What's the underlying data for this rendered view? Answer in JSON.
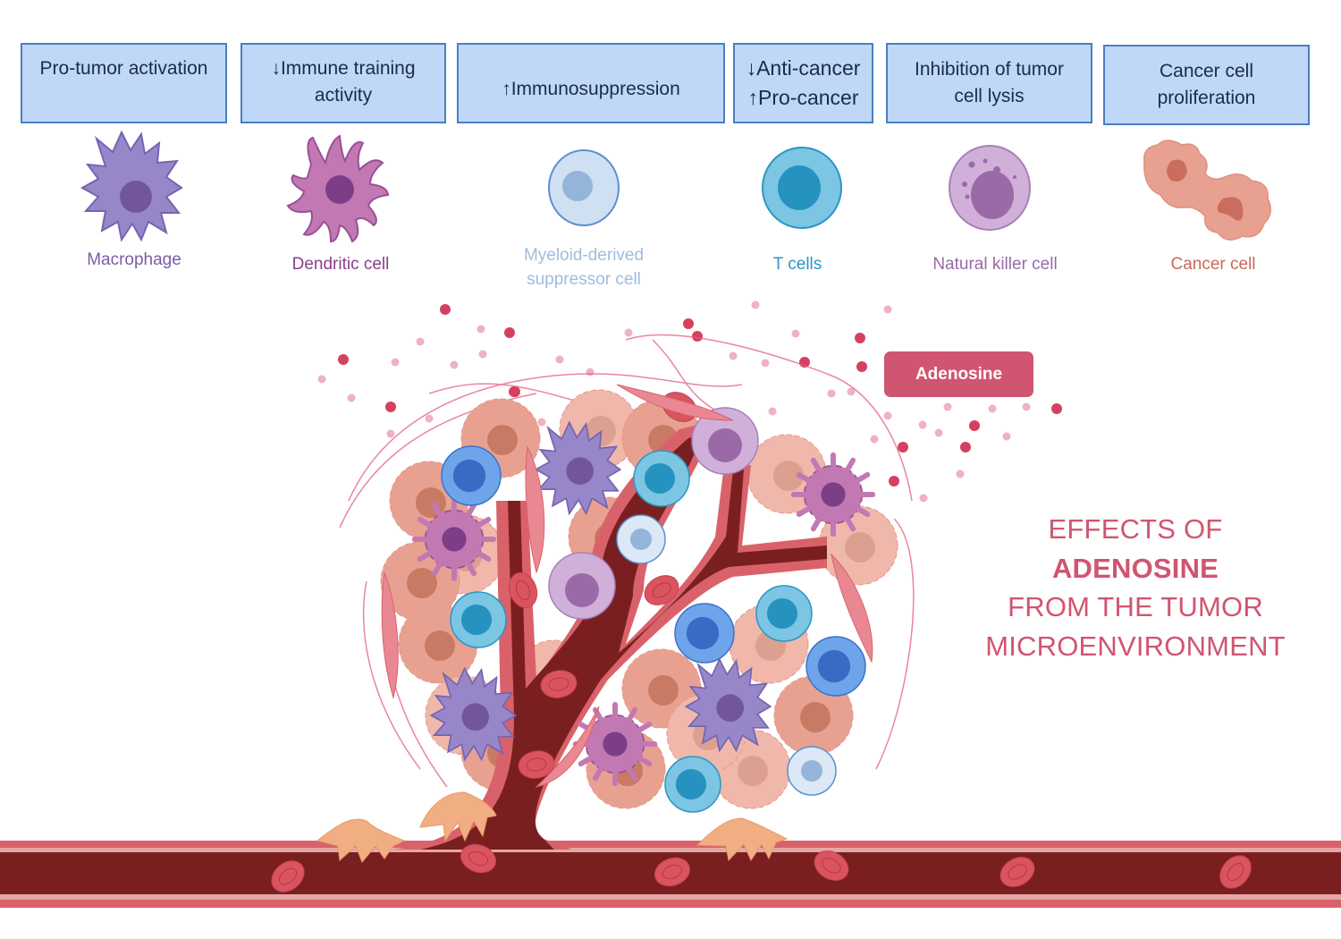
{
  "effects": [
    {
      "text": "Pro-tumor activation"
    },
    {
      "text": "↓Immune training activity"
    },
    {
      "text": "↑Immunosuppression"
    },
    {
      "line1": "↓Anti-cancer",
      "line2": "↑Pro-cancer"
    },
    {
      "text": "Inhibition of tumor cell lysis"
    },
    {
      "text": "Cancer cell proliferation"
    }
  ],
  "cells": [
    {
      "label": "Macrophage",
      "color": "#7b5ba6"
    },
    {
      "label": "Dendritic cell",
      "color": "#8a3f8a"
    },
    {
      "line1": "Myeloid-derived",
      "line2": "suppressor cell",
      "color": "#9dbde0"
    },
    {
      "label": "T cells",
      "color": "#2a96c3"
    },
    {
      "label": "Natural killer cell",
      "color": "#9a6aa8"
    },
    {
      "label": "Cancer cell",
      "color": "#c9695a"
    }
  ],
  "adenosine_tag": "Adenosine",
  "title": {
    "line1": "EFFECTS OF",
    "line2": "ADENOSINE",
    "line3": "FROM THE TUMOR",
    "line4": "MICROENVIRONMENT"
  },
  "colors": {
    "box_fill": "#bfd8f7",
    "box_border": "#4a7fc1",
    "adenosine": "#d05570",
    "vessel_lumen": "#7a1f20",
    "vessel_wall": "#d9626a"
  }
}
